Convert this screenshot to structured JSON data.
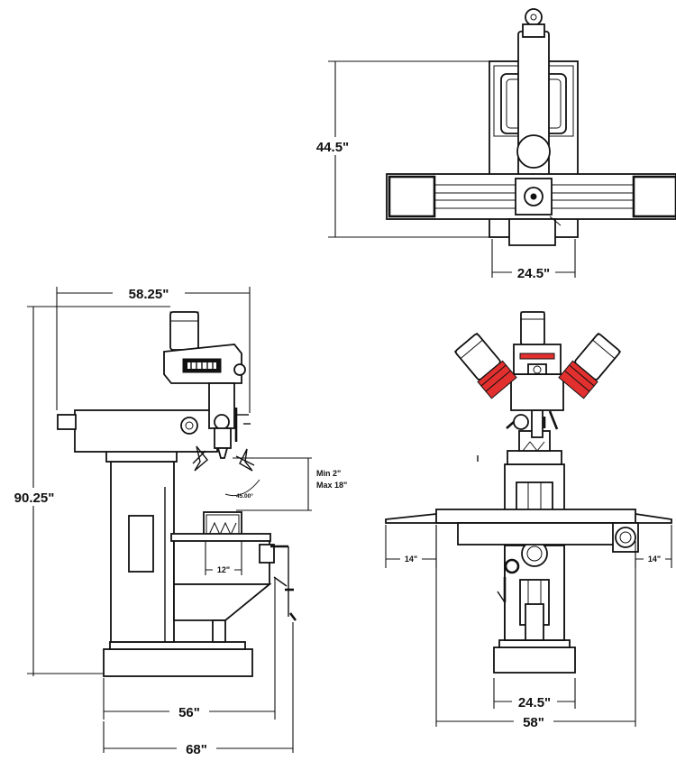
{
  "dimensions": {
    "top_view_depth": "44.5\"",
    "top_view_width": "24.5\"",
    "side_overall_width": "58.25\"",
    "side_height": "90.25\"",
    "side_base_width": "56\"",
    "side_overall_depth": "68\"",
    "side_table_travel": "12\"",
    "spindle_min": "Min 2\"",
    "spindle_max": "Max 18\"",
    "head_tilt_angle": "45.00°",
    "front_left_overhang": "14\"",
    "front_right_overhang": "14\"",
    "front_base_width": "24.5\"",
    "front_overall_width": "58\""
  },
  "colors": {
    "line": "#111111",
    "highlight": "#e2302f",
    "background": "#ffffff"
  }
}
